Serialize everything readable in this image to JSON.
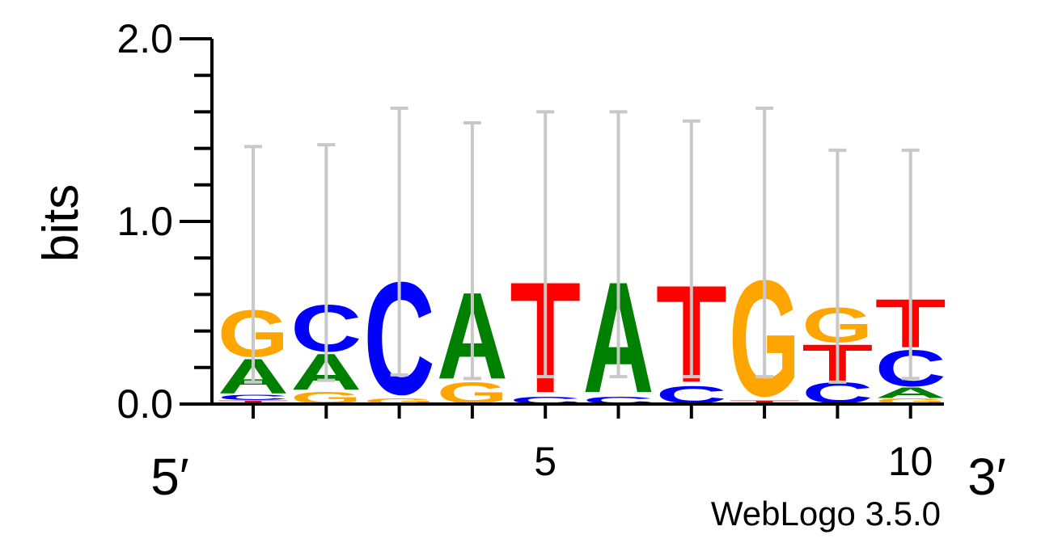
{
  "chart_data": {
    "type": "sequence-logo",
    "ylabel": "bits",
    "ylim": [
      0,
      2
    ],
    "yticks": [
      "0.0",
      "1.0",
      "2.0"
    ],
    "xticks": [
      "5",
      "10"
    ],
    "end_labels": {
      "left": "5′",
      "right": "3′"
    },
    "footer": "WebLogo 3.5.0",
    "colors": {
      "A": "#008000",
      "C": "#0000ff",
      "G": "#ffa500",
      "T": "#ff0000",
      "error_bar": "#c8c8c8"
    },
    "positions": [
      {
        "pos": 1,
        "stack": [
          {
            "l": "T",
            "h": 0.02
          },
          {
            "l": "C",
            "h": 0.03
          },
          {
            "l": "A",
            "h": 0.2
          },
          {
            "l": "G",
            "h": 0.27
          }
        ],
        "err": [
          0.12,
          1.41
        ]
      },
      {
        "pos": 2,
        "stack": [
          {
            "l": "G",
            "h": 0.07
          },
          {
            "l": "A",
            "h": 0.21
          },
          {
            "l": "C",
            "h": 0.27
          }
        ],
        "err": [
          0.13,
          1.42
        ]
      },
      {
        "pos": 3,
        "stack": [
          {
            "l": "G",
            "h": 0.03
          },
          {
            "l": "C",
            "h": 0.65
          }
        ],
        "err": [
          0.16,
          1.62
        ]
      },
      {
        "pos": 4,
        "stack": [
          {
            "l": "G",
            "h": 0.12
          },
          {
            "l": "A",
            "h": 0.5
          }
        ],
        "err": [
          0.14,
          1.54
        ]
      },
      {
        "pos": 5,
        "stack": [
          {
            "l": "C",
            "h": 0.04
          },
          {
            "l": "T",
            "h": 0.64
          }
        ],
        "err": [
          0.15,
          1.6
        ]
      },
      {
        "pos": 6,
        "stack": [
          {
            "l": "C",
            "h": 0.04
          },
          {
            "l": "A",
            "h": 0.64
          }
        ],
        "err": [
          0.15,
          1.6
        ]
      },
      {
        "pos": 7,
        "stack": [
          {
            "l": "C",
            "h": 0.1
          },
          {
            "l": "T",
            "h": 0.56
          }
        ],
        "err": [
          0.15,
          1.55
        ]
      },
      {
        "pos": 8,
        "stack": [
          {
            "l": "T",
            "h": 0.02
          },
          {
            "l": "G",
            "h": 0.67
          }
        ],
        "err": [
          0.15,
          1.62
        ]
      },
      {
        "pos": 9,
        "stack": [
          {
            "l": "C",
            "h": 0.12
          },
          {
            "l": "T",
            "h": 0.21
          },
          {
            "l": "G",
            "h": 0.2
          }
        ],
        "err": [
          0.12,
          1.39
        ]
      },
      {
        "pos": 10,
        "stack": [
          {
            "l": "G",
            "h": 0.03
          },
          {
            "l": "A",
            "h": 0.06
          },
          {
            "l": "C",
            "h": 0.21
          },
          {
            "l": "T",
            "h": 0.28
          }
        ],
        "err": [
          0.14,
          1.39
        ]
      }
    ]
  }
}
